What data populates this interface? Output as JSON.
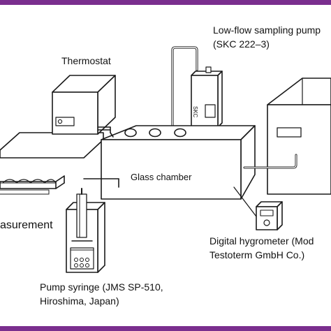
{
  "labels": {
    "pump_title": "Low-flow sampling pump",
    "pump_model": "(SKC 222–3)",
    "thermostat": "Thermostat",
    "glass_chamber": "Glass chamber",
    "measurement": "asurement",
    "hygrometer_line1": "Digital hygrometer (Mod",
    "hygrometer_line2": "Testoterm GmbH Co.)",
    "syringe_line1": "Pump syringe (JMS SP-510,",
    "syringe_line2": "Hiroshima, Japan)",
    "pump_badge": "SKC"
  },
  "colors": {
    "frame": "#7a2e8e",
    "stroke": "#1a1a1a",
    "fill": "#ffffff"
  }
}
